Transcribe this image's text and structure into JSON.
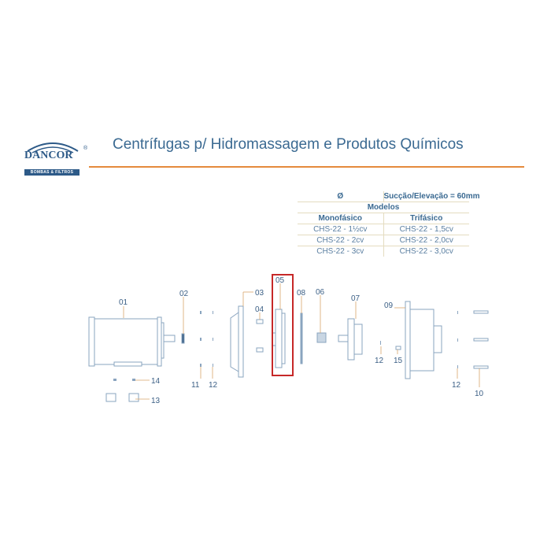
{
  "logo": {
    "brand": "DANCOR",
    "registered": "®",
    "tagline": "BOMBAS & FILTROS"
  },
  "title": "Centrífugas p/ Hidromassagem e Produtos Químicos",
  "table": {
    "diameter_symbol": "Ø",
    "suction_elevation": "Sucção/Elevação = 60mm",
    "models_header": "Modelos",
    "columns": [
      "Monofásico",
      "Trifásico"
    ],
    "rows": [
      [
        "CHS-22 - 1½cv",
        "CHS-22 - 1,5cv"
      ],
      [
        "CHS-22 - 2cv",
        "CHS-22 - 2,0cv"
      ],
      [
        "CHS-22 - 3cv",
        "CHS-22 - 3,0cv"
      ]
    ]
  },
  "parts": {
    "p01": "01",
    "p02": "02",
    "p03": "03",
    "p04": "04",
    "p05": "05",
    "p06": "06",
    "p07": "07",
    "p08": "08",
    "p09": "09",
    "p10": "10",
    "p11": "11",
    "p12a": "12",
    "p12b": "12",
    "p12c": "12",
    "p13": "13",
    "p14": "14",
    "p15": "15"
  },
  "colors": {
    "accent": "#e58a3c",
    "highlight": "#c62828",
    "brand": "#2d5a88"
  }
}
